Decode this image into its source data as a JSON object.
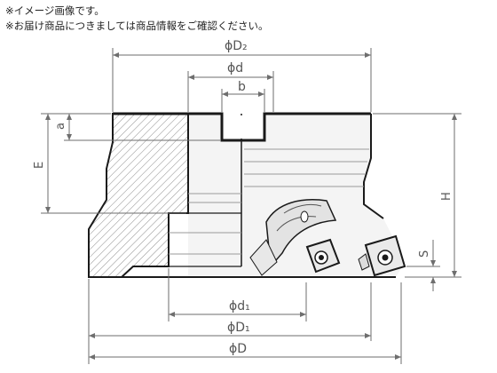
{
  "notes": {
    "line1": "※イメージ画像です。",
    "line2": "※お届け商品につきましては商品情報をご確認ください。"
  },
  "dimensions": {
    "D2": "D₂",
    "d": "d",
    "b": "b",
    "a": "a",
    "E": "E",
    "H": "H",
    "S": "S",
    "d1": "d₁",
    "D1": "D₁",
    "D": "D",
    "phi": "ϕ"
  },
  "colors": {
    "outline": "#1a1a1a",
    "dimension": "#6e6e6e",
    "hatch": "#8a8a8a",
    "body_fill": "#f4f4f4"
  }
}
